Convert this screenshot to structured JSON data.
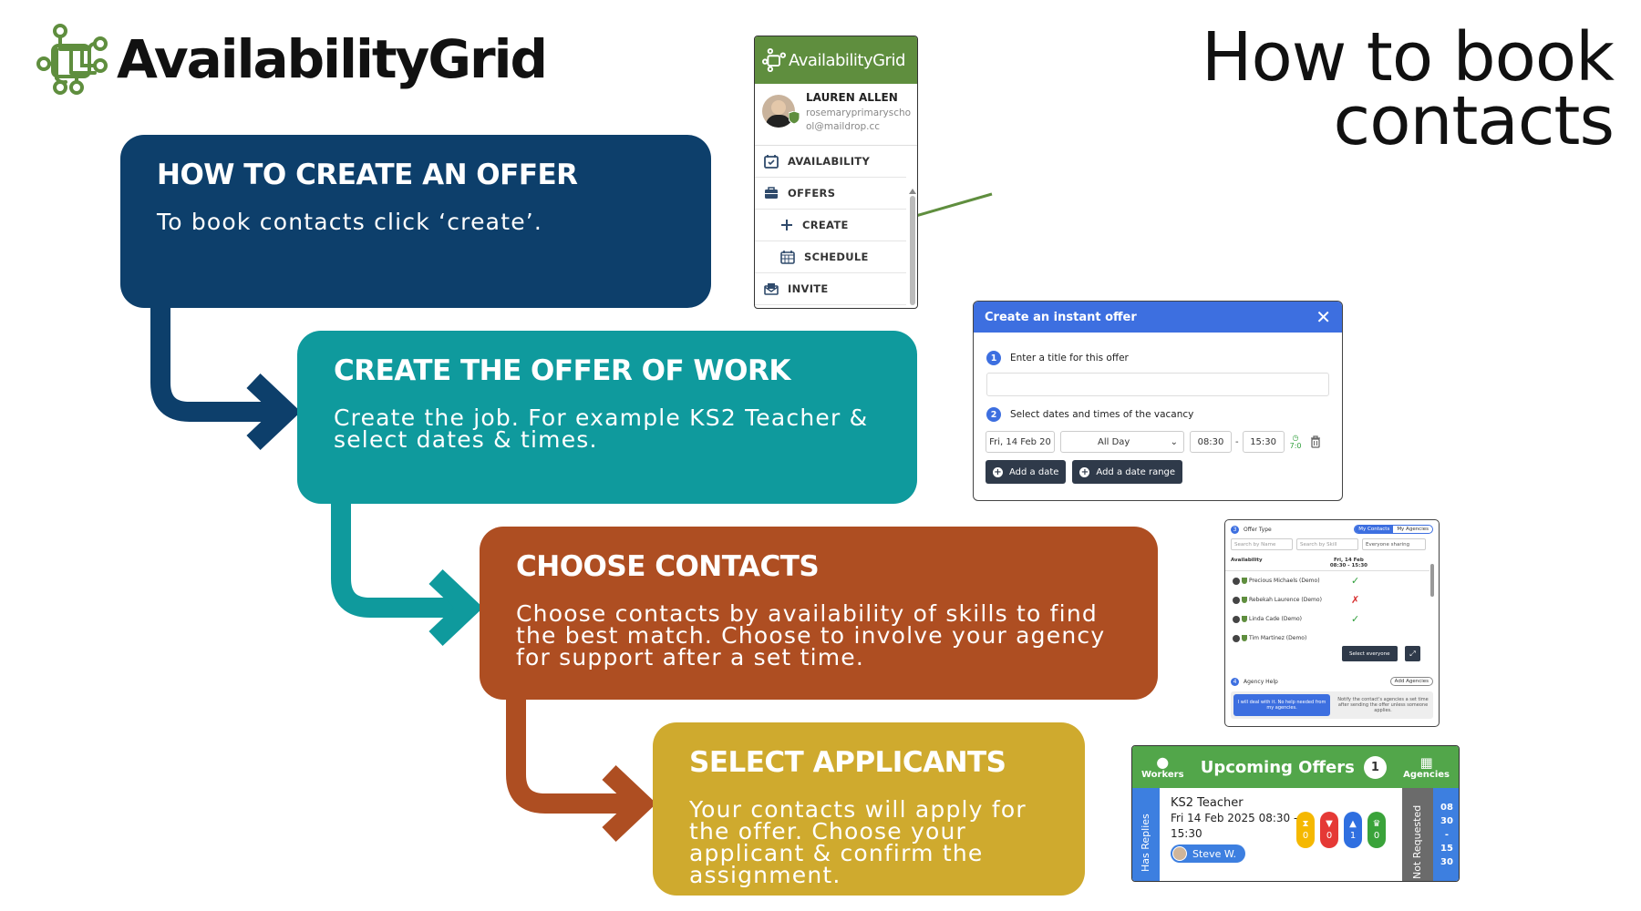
{
  "brand": {
    "logo_text": "AvailabilityGrid",
    "green": "#5f8e3e"
  },
  "page": {
    "title_line1": "How to book",
    "title_line2": "contacts"
  },
  "steps": [
    {
      "heading": "HOW TO CREATE AN OFFER",
      "body": "To book contacts click ‘create’.",
      "color": "#0d3f6b"
    },
    {
      "heading": "CREATE THE OFFER OF WORK",
      "body": "Create the job. For example KS2 Teacher & select dates & times.",
      "color": "#0f9a9d"
    },
    {
      "heading": "CHOOSE CONTACTS",
      "body": "Choose contacts by availability of skills to find the best match. Choose to involve your agency for support after a set time.",
      "color": "#ae4e22"
    },
    {
      "heading": "SELECT APPLICANTS",
      "body": "Your contacts will apply for the offer. Choose your applicant & confirm the assignment.",
      "color": "#cfaa2e"
    }
  ],
  "mini_app": {
    "header": "AvailabilityGrid",
    "user_name": "LAUREN ALLEN",
    "user_email": "rosemaryprimaryschool@maildrop.cc",
    "nav": [
      {
        "label": "AVAILABILITY",
        "icon": "calendar-check-icon"
      },
      {
        "label": "OFFERS",
        "icon": "briefcase-icon"
      },
      {
        "label": "CREATE",
        "icon": "plus-icon"
      },
      {
        "label": "SCHEDULE",
        "icon": "calendar-grid-icon"
      },
      {
        "label": "INVITE",
        "icon": "envelope-icon"
      }
    ]
  },
  "offer_dialog": {
    "title": "Create an instant offer",
    "step1_num": "1",
    "step1_label": "Enter a title for this offer",
    "step2_num": "2",
    "step2_label": "Select dates and times of the vacancy",
    "date": "Fri, 14 Feb 20",
    "day_option": "All Day",
    "start_time": "08:30",
    "dash": "-",
    "end_time": "15:30",
    "duration": "7:0",
    "add_date_label": "Add a date",
    "add_range_label": "Add a date range"
  },
  "contacts_panel": {
    "offer_type_num": "3",
    "offer_type_label": "Offer Type",
    "tab_my_contacts": "My Contacts",
    "tab_my_agencies": "My Agencies",
    "filter_name": "Search by Name",
    "filter_skill": "Search by Skill",
    "filter_sharing": "Everyone sharing",
    "col_availability": "Availability",
    "col_date": "Fri, 14 Feb",
    "col_time": "08:30 - 15:30",
    "rows": [
      {
        "name": "Precious Michaels (Demo)",
        "mark": "✓"
      },
      {
        "name": "Rebekah Laurence (Demo)",
        "mark": "✗"
      },
      {
        "name": "Linda Cade (Demo)",
        "mark": "✓"
      },
      {
        "name": "Tim Martinez (Demo)",
        "mark": ""
      }
    ],
    "select_everyone_label": "Select everyone",
    "agency_num": "4",
    "agency_label": "Agency Help",
    "add_agencies_label": "Add Agencies",
    "choice_self": "I will deal with it. No help needed from my agencies.",
    "choice_notify": "Notify the contact's agencies a set time after sending the offer unless someone applies."
  },
  "upcoming_offers": {
    "workers_label": "Workers",
    "title": "Upcoming Offers",
    "count": "1",
    "agencies_label": "Agencies",
    "has_replies_label": "Has Replies",
    "job_title": "KS2 Teacher",
    "job_when": "Fri 14 Feb 2025 08:30 - 15:30",
    "applicant": "Steve W.",
    "badges": [
      {
        "icon": "hourglass-icon",
        "glyph": "⧗",
        "value": "0",
        "color": "#f5b800"
      },
      {
        "icon": "thumbs-down-icon",
        "glyph": "▼",
        "value": "0",
        "color": "#e53935"
      },
      {
        "icon": "thumbs-up-icon",
        "glyph": "▲",
        "value": "1",
        "color": "#2f6fe0"
      },
      {
        "icon": "trophy-icon",
        "glyph": "♛",
        "value": "0",
        "color": "#3aa33a"
      }
    ],
    "not_requested_label": "Not Requested",
    "times": [
      "08",
      "30",
      "-",
      "15",
      "30"
    ]
  }
}
